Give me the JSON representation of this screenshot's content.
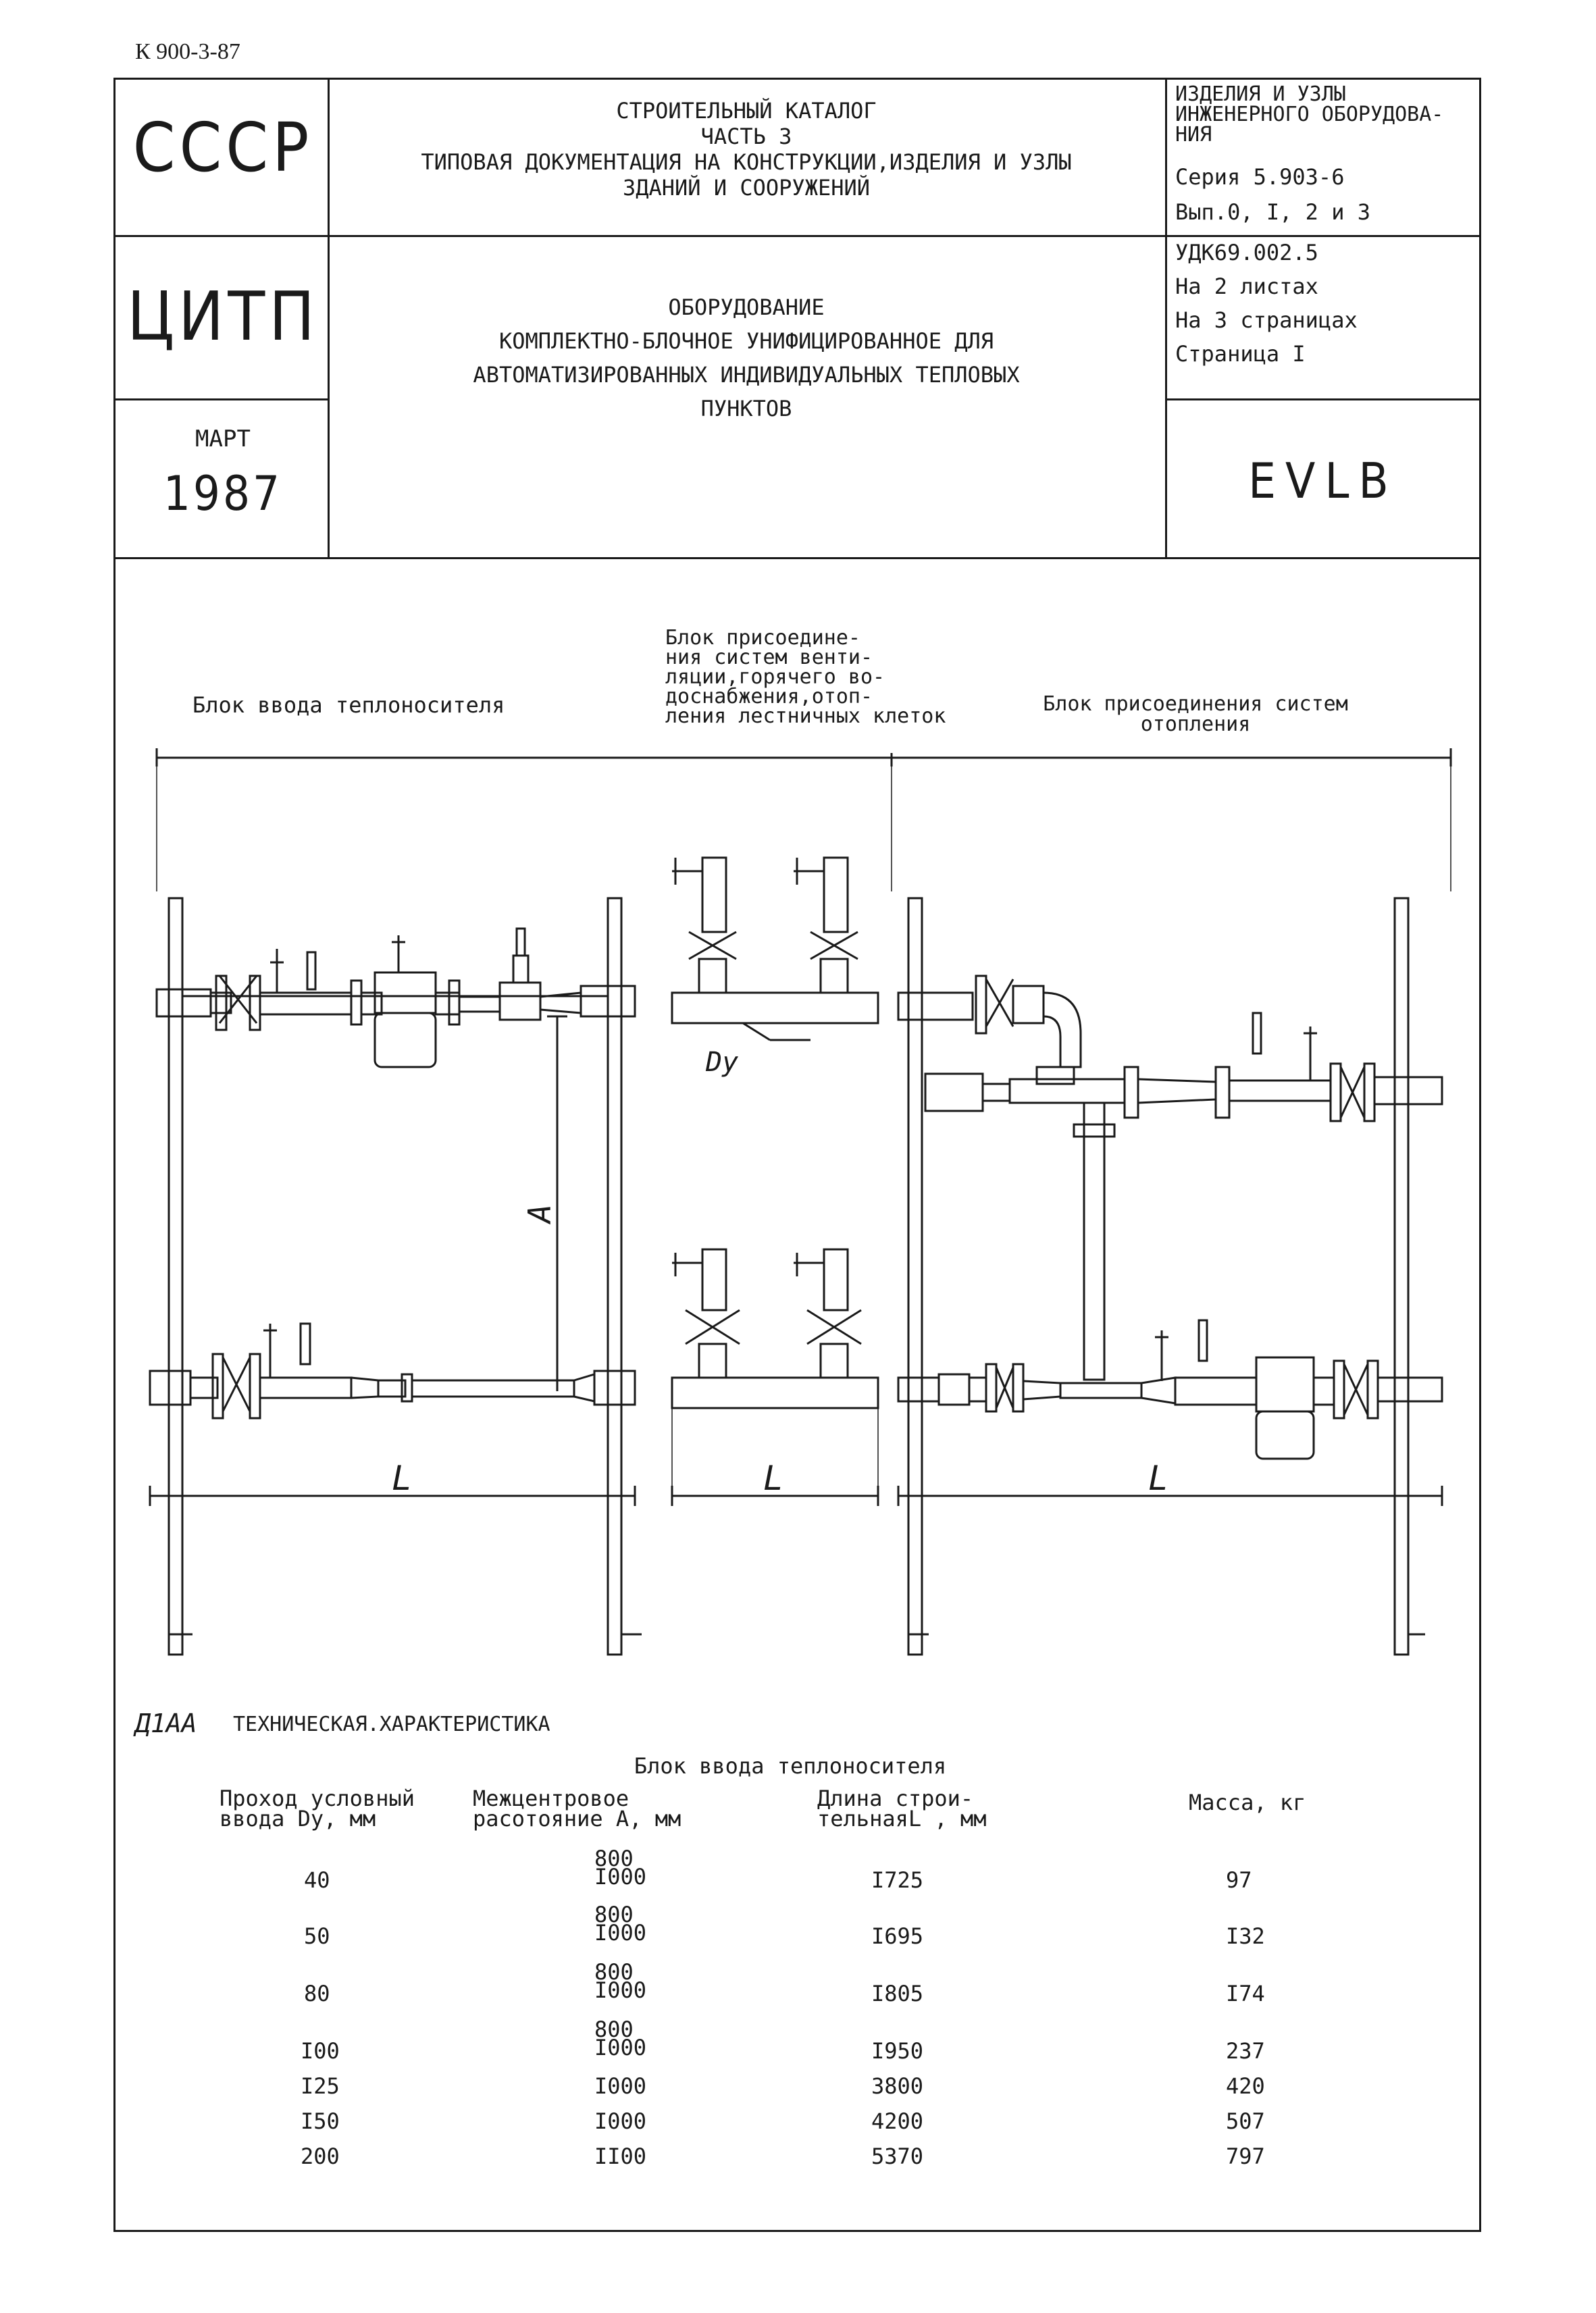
{
  "doc_code": "К 900-3-87",
  "header": {
    "org1": "СССР",
    "org2": "ЦИТП",
    "month": "МАРТ",
    "year": "1987",
    "catalog_lines": "СТРОИТЕЛЬНЫЙ КАТАЛОГ\nЧАСТЬ 3\nТИПОВАЯ ДОКУМЕНТАЦИЯ НА КОНСТРУКЦИИ,ИЗДЕЛИЯ И УЗЛЫ\nЗДАНИЙ И СООРУЖЕНИЙ",
    "title_lines": "ОБОРУДОВАНИЕ\nКОМПЛЕКТНО-БЛОЧНОЕ УНИФИЦИРОВАННОЕ ДЛЯ\nАВТОМАТИЗИРОВАННЫХ ИНДИВИДУАЛЬНЫХ ТЕПЛОВЫХ\nПУНКТОВ",
    "section": "ИЗДЕЛИЯ И УЗЛЫ\nИНЖЕНЕРНОГО ОБОРУДОВА-\nНИЯ",
    "series": "Серия 5.903-6",
    "issues": "Вып.0, I, 2 и 3",
    "udk": "УДК69.002.5",
    "sheets": "На 2  листах",
    "pages": "На 3  страницах",
    "page": "Страница I",
    "code": "EVLB"
  },
  "drawing": {
    "block1_label": "Блок ввода теплоносителя",
    "block2_label": "Блок присоедине-\nния систем венти-\nляции,горячего во-\nдоснабжения,отоп-\nления лестничных клеток",
    "block3_label": "Блок присоединения систем\nотопления",
    "dim_dy": "Dy",
    "dim_a": "A",
    "dim_l": "L"
  },
  "specs": {
    "code": "Д1АА",
    "title": "ТЕХНИЧЕСКАЯ.ХАРАКТЕРИСТИКА",
    "subtitle": "Блок ввода теплоносителя",
    "col1": "Проход условный\nввода  Dy, мм",
    "col2": "Межцентровое\nрасотояние А, мм",
    "col3": "Длина строи-\nтельнаяL , мм",
    "col4": "Масса, кг",
    "rows": [
      {
        "dy": "40",
        "a_top": "800",
        "a": "I000",
        "l": "I725",
        "m": "97"
      },
      {
        "dy": "50",
        "a_top": "800",
        "a": "I000",
        "l": "I695",
        "m": "I32"
      },
      {
        "dy": "80",
        "a_top": "800",
        "a": "I000",
        "l": "I805",
        "m": "I74"
      },
      {
        "dy": "I00",
        "a_top": "800",
        "a": "I000",
        "l": "I950",
        "m": "237"
      },
      {
        "dy": "I25",
        "a_top": "",
        "a": "I000",
        "l": "3800",
        "m": "420"
      },
      {
        "dy": "I50",
        "a_top": "",
        "a": "I000",
        "l": "4200",
        "m": "507"
      },
      {
        "dy": "200",
        "a_top": "",
        "a": "II00",
        "l": "5370",
        "m": "797"
      }
    ]
  }
}
